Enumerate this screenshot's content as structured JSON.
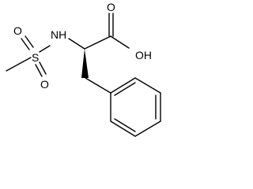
{
  "structure": {
    "atoms": {
      "oxygen_carbonyl": "O",
      "hydroxyl": "OH",
      "nitrogen_h": "NH",
      "sulfur": "S",
      "sulfonyl_oxygen_left": "O",
      "sulfonyl_oxygen_bottom": "O"
    }
  },
  "colors": {
    "stroke": "#000000",
    "background": "#ffffff"
  }
}
